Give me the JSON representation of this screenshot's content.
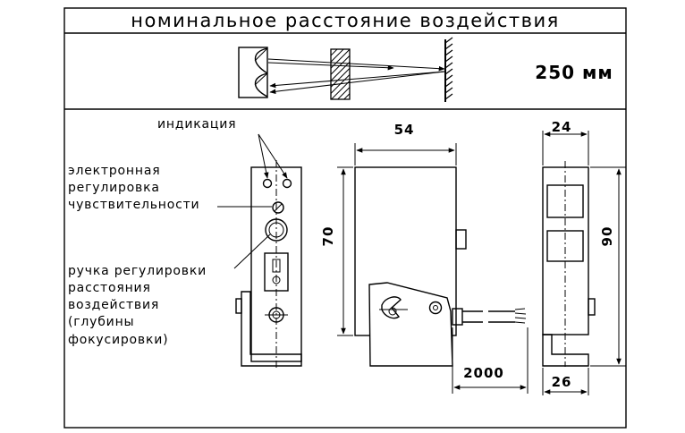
{
  "header": {
    "title": "номинальное расстояние воздействия",
    "distance_value": "250 мм"
  },
  "labels": {
    "indication": "индикация",
    "sensitivity_line1": "электронная",
    "sensitivity_line2": "регулировка",
    "sensitivity_line3": "чувствительности",
    "knob_line1": "ручка регулировки",
    "knob_line2": "расстояния",
    "knob_line3": "воздействия",
    "knob_line4": "(глубины",
    "knob_line5": "фокусировки)"
  },
  "dimensions": {
    "side_width": "54",
    "side_height": "70",
    "cable_length": "2000",
    "end_top_width": "24",
    "end_height": "90",
    "end_bottom_width": "26"
  }
}
